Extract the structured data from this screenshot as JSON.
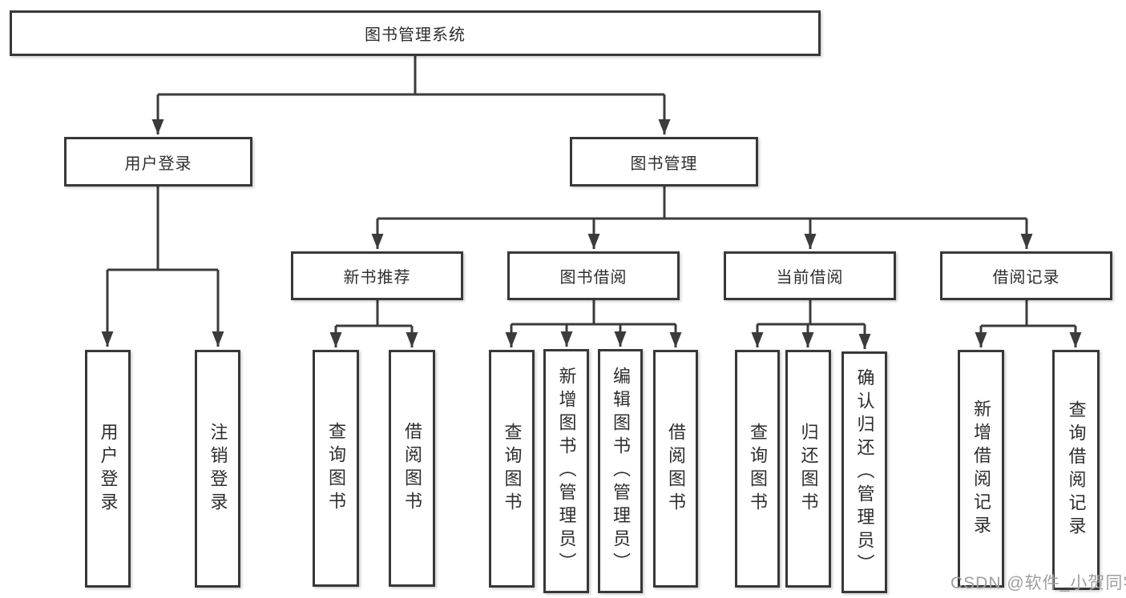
{
  "diagram": {
    "root": {
      "label": "图书管理系统"
    },
    "level2": [
      {
        "label": "用户登录"
      },
      {
        "label": "图书管理"
      }
    ],
    "level3": [
      {
        "label": "新书推荐"
      },
      {
        "label": "图书借阅"
      },
      {
        "label": "当前借阅"
      },
      {
        "label": "借阅记录"
      }
    ],
    "leaves": [
      {
        "parent": "用户登录",
        "items": [
          "用户登录",
          "注销登录"
        ]
      },
      {
        "parent": "新书推荐",
        "items": [
          "查询图书",
          "借阅图书"
        ]
      },
      {
        "parent": "图书借阅",
        "items": [
          "查询图书",
          "新增图书（管理员）",
          "编辑图书（管理员）",
          "借阅图书"
        ]
      },
      {
        "parent": "当前借阅",
        "items": [
          "查询图书",
          "归还图书",
          "确认归还（管理员）"
        ]
      },
      {
        "parent": "借阅记录",
        "items": [
          "新增借阅记录",
          "查询借阅记录"
        ]
      }
    ]
  },
  "watermark": {
    "text": "CSDN @软件_小贺同学"
  },
  "colors": {
    "line": "#3b3b3b",
    "border": "#383838",
    "text": "#2e2e2e",
    "watermark": "#9e9e9e",
    "background": "#ffffff"
  }
}
